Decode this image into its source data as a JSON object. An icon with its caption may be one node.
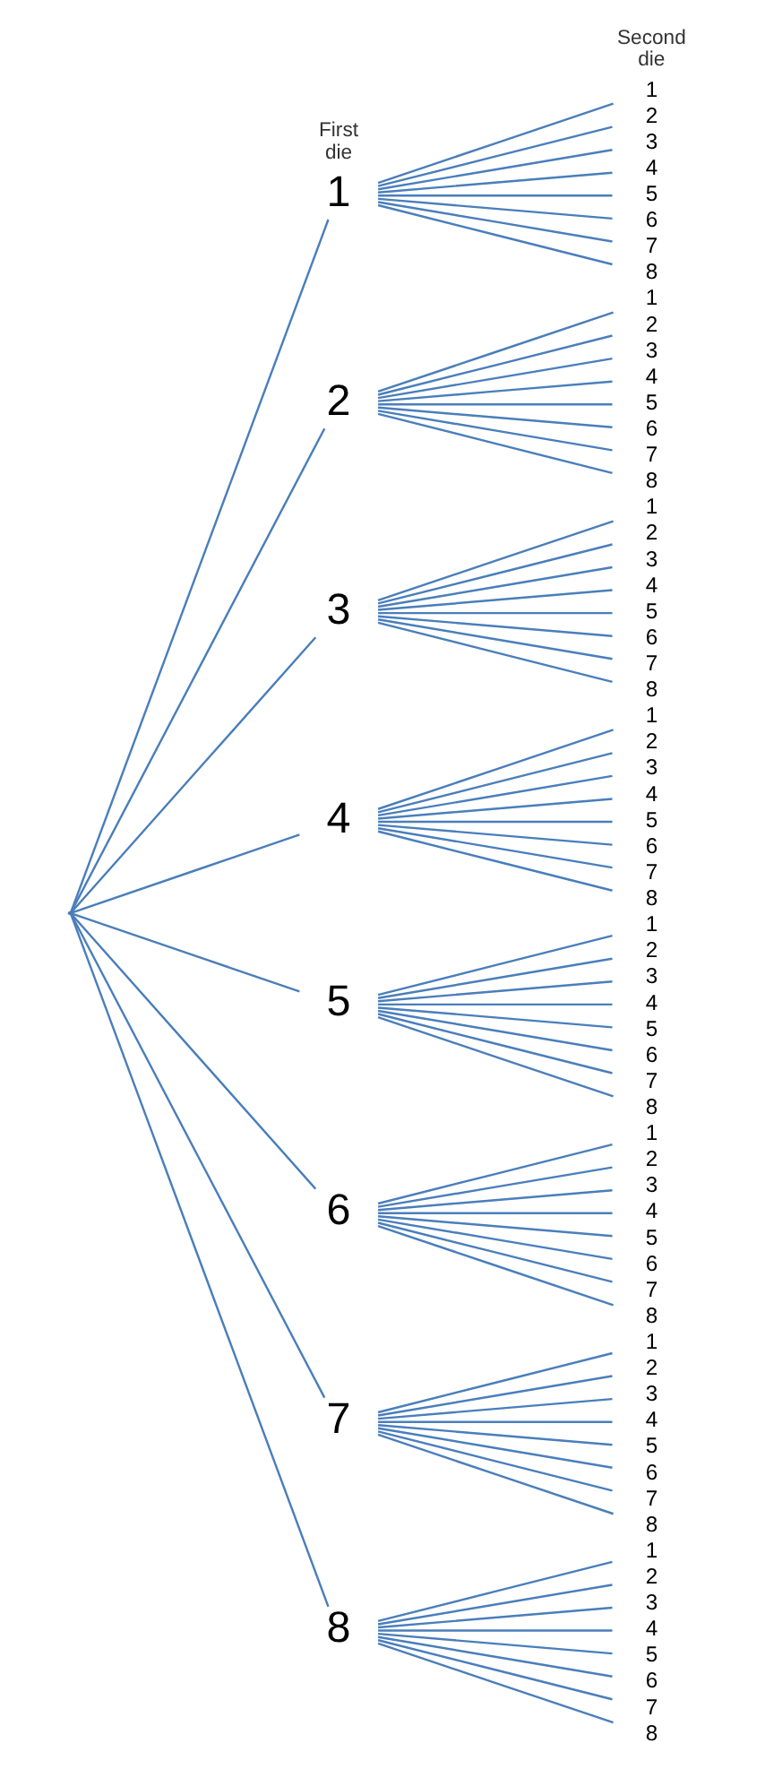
{
  "diagram": {
    "nodes": [
      {
        "text": [],
        "shape": "point"
      },
      {
        "text": [
          "1"
        ]
      },
      {
        "text": [
          "1"
        ]
      },
      {
        "text": [
          "2"
        ]
      },
      {
        "text": [
          "3"
        ]
      },
      {
        "text": [
          "4"
        ]
      },
      {
        "text": [
          "5"
        ]
      },
      {
        "text": [
          "6"
        ]
      },
      {
        "text": [
          "7"
        ]
      },
      {
        "text": [
          "8"
        ]
      },
      {
        "text": [
          "2"
        ]
      },
      {
        "text": [
          "1"
        ]
      },
      {
        "text": [
          "2"
        ]
      },
      {
        "text": [
          "3"
        ]
      },
      {
        "text": [
          "4"
        ]
      },
      {
        "text": [
          "5"
        ]
      },
      {
        "text": [
          "6"
        ]
      },
      {
        "text": [
          "7"
        ]
      },
      {
        "text": [
          "8"
        ]
      },
      {
        "text": [
          "3"
        ]
      },
      {
        "text": [
          "1"
        ]
      },
      {
        "text": [
          "2"
        ]
      },
      {
        "text": [
          "3"
        ]
      },
      {
        "text": [
          "4"
        ]
      },
      {
        "text": [
          "5"
        ]
      },
      {
        "text": [
          "6"
        ]
      },
      {
        "text": [
          "7"
        ]
      },
      {
        "text": [
          "8"
        ]
      },
      {
        "text": [
          "4"
        ]
      },
      {
        "text": [
          "1"
        ]
      },
      {
        "text": [
          "2"
        ]
      },
      {
        "text": [
          "3"
        ]
      },
      {
        "text": [
          "4"
        ]
      },
      {
        "text": [
          "5"
        ]
      },
      {
        "text": [
          "6"
        ]
      },
      {
        "text": [
          "7"
        ]
      },
      {
        "text": [
          "8"
        ]
      },
      {
        "text": [
          "5"
        ]
      },
      {
        "text": [
          "1"
        ]
      },
      {
        "text": [
          "2"
        ]
      },
      {
        "text": [
          "3"
        ]
      },
      {
        "text": [
          "4"
        ]
      },
      {
        "text": [
          "5"
        ]
      },
      {
        "text": [
          "6"
        ]
      },
      {
        "text": [
          "7"
        ]
      },
      {
        "text": [
          "8"
        ]
      },
      {
        "text": [
          "6"
        ]
      },
      {
        "text": [
          "1"
        ]
      },
      {
        "text": [
          "2"
        ]
      },
      {
        "text": [
          "3"
        ]
      },
      {
        "text": [
          "4"
        ]
      },
      {
        "text": [
          "5"
        ]
      },
      {
        "text": [
          "6"
        ]
      },
      {
        "text": [
          "7"
        ]
      },
      {
        "text": [
          "8"
        ]
      },
      {
        "text": [
          "7"
        ]
      },
      {
        "text": [
          "1"
        ]
      },
      {
        "text": [
          "2"
        ]
      },
      {
        "text": [
          "3"
        ]
      },
      {
        "text": [
          "4"
        ]
      },
      {
        "text": [
          "5"
        ]
      },
      {
        "text": [
          "6"
        ]
      },
      {
        "text": [
          "7"
        ]
      },
      {
        "text": [
          "8"
        ]
      },
      {
        "text": [
          "8"
        ]
      },
      {
        "text": [
          "1"
        ]
      },
      {
        "text": [
          "2"
        ]
      },
      {
        "text": [
          "3"
        ]
      },
      {
        "text": [
          "4"
        ]
      },
      {
        "text": [
          "5"
        ]
      },
      {
        "text": [
          "6"
        ]
      },
      {
        "text": [
          "7"
        ]
      },
      {
        "text": [
          "8"
        ]
      }
    ],
    "edges": [
      {
        "from": 0,
        "to": 1,
        "arrow": "none"
      },
      {
        "from": 0,
        "to": 10,
        "arrow": "none"
      },
      {
        "from": 0,
        "to": 19,
        "arrow": "none"
      },
      {
        "from": 0,
        "to": 28,
        "arrow": "none"
      },
      {
        "from": 0,
        "to": 37,
        "arrow": "none"
      },
      {
        "from": 0,
        "to": 46,
        "arrow": "none"
      },
      {
        "from": 0,
        "to": 55,
        "arrow": "none"
      },
      {
        "from": 0,
        "to": 64,
        "arrow": "none"
      },
      {
        "from": 1,
        "to": 2,
        "arrow": "none"
      },
      {
        "from": 1,
        "to": 3,
        "arrow": "none"
      },
      {
        "from": 1,
        "to": 4,
        "arrow": "none"
      },
      {
        "from": 1,
        "to": 5,
        "arrow": "none"
      },
      {
        "from": 1,
        "to": 6,
        "arrow": "none"
      },
      {
        "from": 1,
        "to": 7,
        "arrow": "none"
      },
      {
        "from": 1,
        "to": 8,
        "arrow": "none"
      },
      {
        "from": 1,
        "to": 9,
        "arrow": "none"
      },
      {
        "from": 10,
        "to": 11,
        "arrow": "none"
      },
      {
        "from": 10,
        "to": 12,
        "arrow": "none"
      },
      {
        "from": 10,
        "to": 13,
        "arrow": "none"
      },
      {
        "from": 10,
        "to": 14,
        "arrow": "none"
      },
      {
        "from": 10,
        "to": 15,
        "arrow": "none"
      },
      {
        "from": 10,
        "to": 16,
        "arrow": "none"
      },
      {
        "from": 10,
        "to": 17,
        "arrow": "none"
      },
      {
        "from": 10,
        "to": 18,
        "arrow": "none"
      },
      {
        "from": 19,
        "to": 20,
        "arrow": "none"
      },
      {
        "from": 19,
        "to": 21,
        "arrow": "none"
      },
      {
        "from": 19,
        "to": 22,
        "arrow": "none"
      },
      {
        "from": 19,
        "to": 23,
        "arrow": "none"
      },
      {
        "from": 19,
        "to": 24,
        "arrow": "none"
      },
      {
        "from": 19,
        "to": 25,
        "arrow": "none"
      },
      {
        "from": 19,
        "to": 26,
        "arrow": "none"
      },
      {
        "from": 19,
        "to": 27,
        "arrow": "none"
      },
      {
        "from": 28,
        "to": 29,
        "arrow": "none"
      },
      {
        "from": 28,
        "to": 30,
        "arrow": "none"
      },
      {
        "from": 28,
        "to": 31,
        "arrow": "none"
      },
      {
        "from": 28,
        "to": 32,
        "arrow": "none"
      },
      {
        "from": 28,
        "to": 33,
        "arrow": "none"
      },
      {
        "from": 28,
        "to": 34,
        "arrow": "none"
      },
      {
        "from": 28,
        "to": 35,
        "arrow": "none"
      },
      {
        "from": 28,
        "to": 36,
        "arrow": "none"
      },
      {
        "from": 37,
        "to": 38,
        "arrow": "none"
      },
      {
        "from": 37,
        "to": 39,
        "arrow": "none"
      },
      {
        "from": 37,
        "to": 40,
        "arrow": "none"
      },
      {
        "from": 37,
        "to": 41,
        "arrow": "none"
      },
      {
        "from": 37,
        "to": 42,
        "arrow": "none"
      },
      {
        "from": 37,
        "to": 43,
        "arrow": "none"
      },
      {
        "from": 37,
        "to": 44,
        "arrow": "none"
      },
      {
        "from": 37,
        "to": 45,
        "arrow": "none"
      },
      {
        "from": 46,
        "to": 47,
        "arrow": "none"
      },
      {
        "from": 46,
        "to": 48,
        "arrow": "none"
      },
      {
        "from": 46,
        "to": 49,
        "arrow": "none"
      },
      {
        "from": 46,
        "to": 50,
        "arrow": "none"
      },
      {
        "from": 46,
        "to": 51,
        "arrow": "none"
      },
      {
        "from": 46,
        "to": 52,
        "arrow": "none"
      },
      {
        "from": 46,
        "to": 53,
        "arrow": "none"
      },
      {
        "from": 46,
        "to": 54,
        "arrow": "none"
      },
      {
        "from": 55,
        "to": 56,
        "arrow": "none"
      },
      {
        "from": 55,
        "to": 57,
        "arrow": "none"
      },
      {
        "from": 55,
        "to": 58,
        "arrow": "none"
      },
      {
        "from": 55,
        "to": 59,
        "arrow": "none"
      },
      {
        "from": 55,
        "to": 60,
        "arrow": "none"
      },
      {
        "from": 55,
        "to": 61,
        "arrow": "none"
      },
      {
        "from": 55,
        "to": 62,
        "arrow": "none"
      },
      {
        "from": 55,
        "to": 63,
        "arrow": "none"
      },
      {
        "from": 64,
        "to": 65,
        "arrow": "none"
      },
      {
        "from": 64,
        "to": 66,
        "arrow": "none"
      },
      {
        "from": 64,
        "to": 67,
        "arrow": "none"
      },
      {
        "from": 64,
        "to": 68,
        "arrow": "none"
      },
      {
        "from": 64,
        "to": 69,
        "arrow": "none"
      },
      {
        "from": 64,
        "to": 70,
        "arrow": "none"
      },
      {
        "from": 64,
        "to": 71,
        "arrow": "none"
      },
      {
        "from": 64,
        "to": 72,
        "arrow": "none"
      }
    ],
    "labels": [
      "First die",
      "Second die"
    ]
  }
}
